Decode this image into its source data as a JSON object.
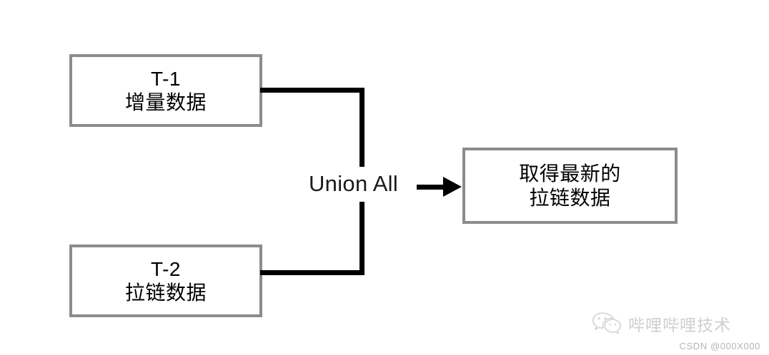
{
  "diagram": {
    "type": "flow-diagram",
    "background": "#ffffff",
    "box_border_color": "#8c8c8c",
    "connector_color": "#000000",
    "nodes": [
      {
        "id": "t1",
        "line1": "T-1",
        "line2": "增量数据"
      },
      {
        "id": "t2",
        "line1": "T-2",
        "line2": "拉链数据"
      },
      {
        "id": "out",
        "line1": "取得最新的",
        "line2": "拉链数据"
      }
    ],
    "operation_label": "Union All",
    "edges": [
      {
        "from": "t1",
        "to": "union"
      },
      {
        "from": "t2",
        "to": "union"
      },
      {
        "from": "union",
        "to": "out",
        "arrow": true
      }
    ]
  },
  "watermark": {
    "icon": "wechat-icon",
    "account_name": "哔哩哔哩技术",
    "credit": "CSDN @000X000"
  }
}
